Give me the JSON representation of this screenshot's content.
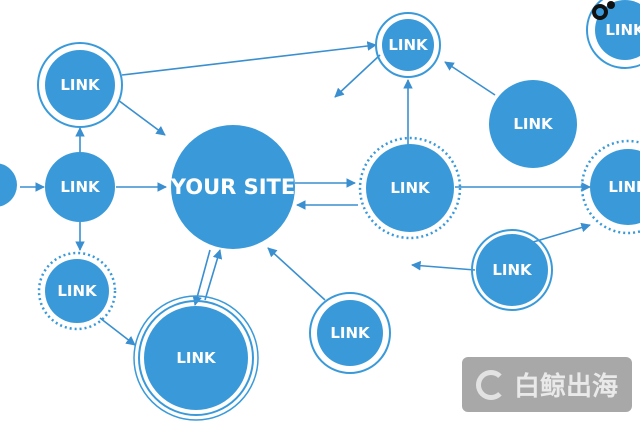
{
  "colors": {
    "node": "#3a9ad9",
    "line": "#3a8fd0",
    "watermark": "#9a9a9a"
  },
  "center": {
    "label": "YOUR SITE"
  },
  "nodes": [
    {
      "label": "LINK"
    },
    {
      "label": "LINK"
    },
    {
      "label": "LINK"
    },
    {
      "label": "LINK"
    },
    {
      "label": "LINK"
    },
    {
      "label": "LINK"
    },
    {
      "label": "LINK"
    },
    {
      "label": "LINK"
    },
    {
      "label": "LINK"
    },
    {
      "label": "LINK"
    },
    {
      "label": "LINK"
    }
  ],
  "watermark": {
    "text": "白鲸出海",
    "icon": "whale-logo-icon"
  },
  "corner_icon": "camera-lens-icon"
}
